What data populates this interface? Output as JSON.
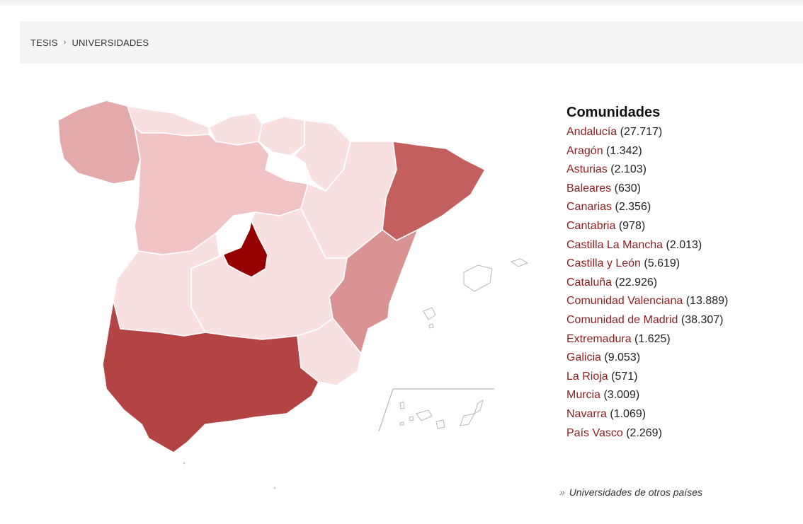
{
  "breadcrumb": {
    "root": "TESIS",
    "separator": "›",
    "current": "UNIVERSIDADES"
  },
  "legend": {
    "title": "Comunidades",
    "items": [
      {
        "name": "Andalucía",
        "count": "(27.717)"
      },
      {
        "name": "Aragón",
        "count": "(1.342)"
      },
      {
        "name": "Asturias",
        "count": "(2.103)"
      },
      {
        "name": "Baleares",
        "count": "(630)"
      },
      {
        "name": "Canarias",
        "count": "(2.356)"
      },
      {
        "name": "Cantabria",
        "count": "(978)"
      },
      {
        "name": "Castilla La Mancha",
        "count": "(2.013)"
      },
      {
        "name": "Castilla y León",
        "count": "(5.619)"
      },
      {
        "name": "Cataluña",
        "count": "(22.926)"
      },
      {
        "name": "Comunidad Valenciana",
        "count": "(13.889)"
      },
      {
        "name": "Comunidad de Madrid",
        "count": "(38.307)"
      },
      {
        "name": "Extremadura",
        "count": "(1.625)"
      },
      {
        "name": "Galicia",
        "count": "(9.053)"
      },
      {
        "name": "La Rioja",
        "count": "(571)"
      },
      {
        "name": "Murcia",
        "count": "(3.009)"
      },
      {
        "name": "Navarra",
        "count": "(1.069)"
      },
      {
        "name": "País Vasco",
        "count": "(2.269)"
      }
    ]
  },
  "other_link": {
    "chevron": "»",
    "label": "Universidades de otros países"
  },
  "colors": {
    "link": "#8b1e1e",
    "scale_lightest": "#f9e0e0",
    "scale_light": "#f0c4c4",
    "scale_mid": "#e4a9a9",
    "scale_medium": "#d99393",
    "scale_strong": "#c45f5f",
    "scale_darker": "#b44444",
    "scale_darkest": "#960000"
  }
}
